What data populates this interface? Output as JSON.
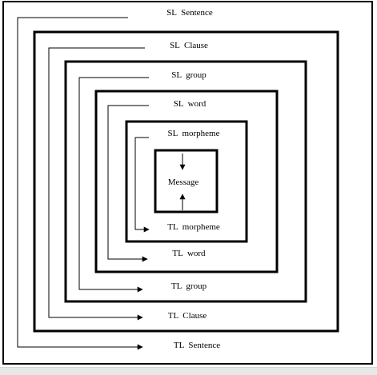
{
  "levels": [
    {
      "sl": "SL  Sentence",
      "tl": "TL  Sentence"
    },
    {
      "sl": "SL  Clause",
      "tl": "TL  Clause"
    },
    {
      "sl": "SL  group",
      "tl": "TL  group"
    },
    {
      "sl": "SL  word",
      "tl": "TL  word"
    },
    {
      "sl": "SL  morpheme",
      "tl": "TL  morpheme"
    }
  ],
  "center": {
    "label": "Message"
  },
  "colors": {
    "line": "#000000",
    "background": "#ffffff"
  }
}
